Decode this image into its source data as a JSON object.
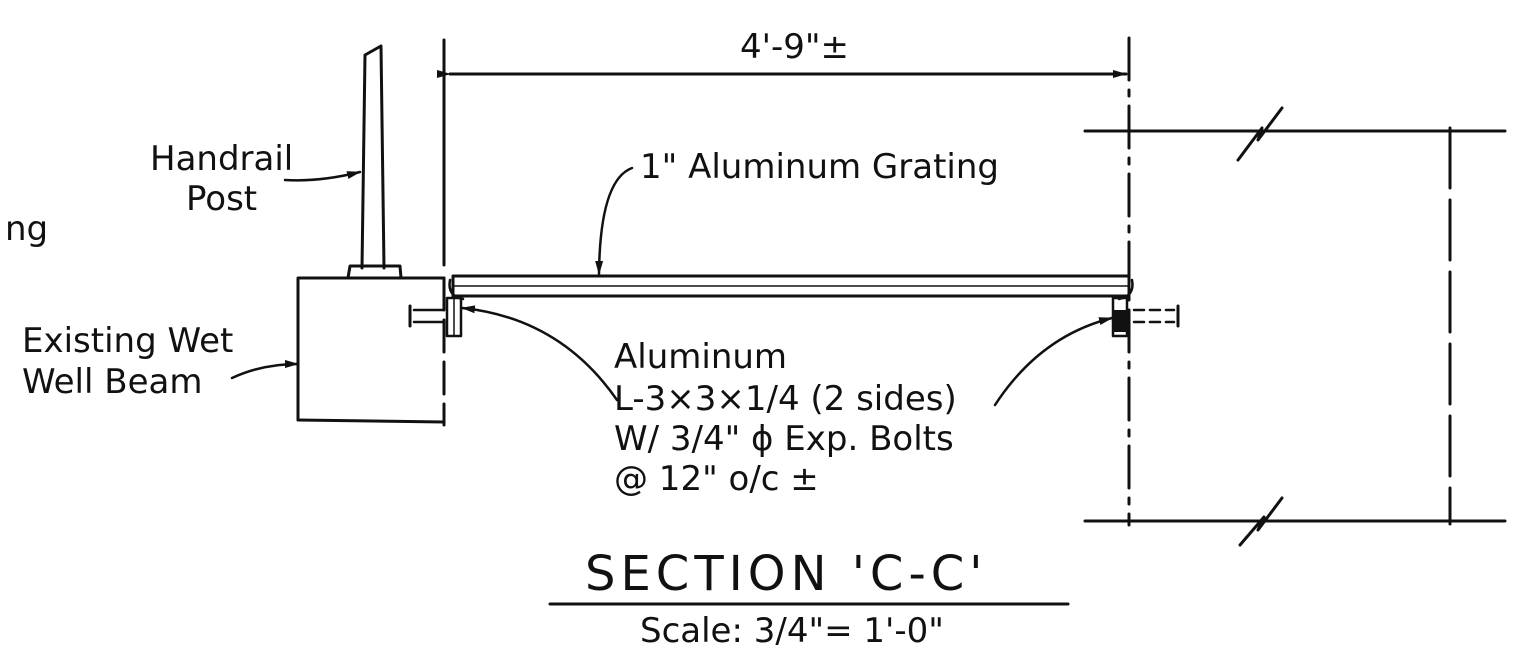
{
  "dimension": {
    "text": "4'-9\"±"
  },
  "labels": {
    "edge_fragment": "ng",
    "handrail_post": [
      "Handrail",
      "Post"
    ],
    "existing_beam": [
      "Existing Wet",
      "Well Beam"
    ],
    "grating": "1\" Aluminum Grating",
    "angle_note": [
      "Aluminum",
      "L-3×3×1/4 (2 sides)",
      "W/ 3/4\" ϕ Exp. Bolts",
      "@ 12\" o/c ±"
    ]
  },
  "section": {
    "title": "SECTION 'C-C'",
    "scale": "Scale: 3/4\"= 1'-0\""
  }
}
